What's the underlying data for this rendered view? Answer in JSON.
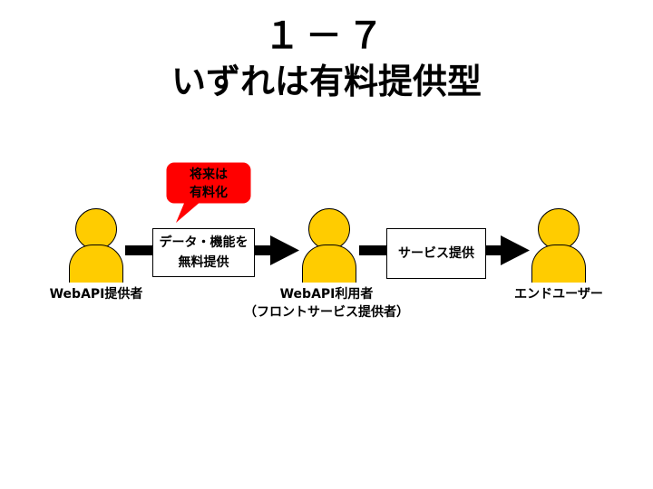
{
  "slide": {
    "title_line1": "１－７",
    "title_line2": "いずれは有料提供型"
  },
  "callout": {
    "text_line1": "将来は",
    "text_line2": "有料化",
    "color": "#ff0000"
  },
  "flow": {
    "box1_line1": "データ・機能を",
    "box1_line2": "無料提供",
    "box2": "サービス提供"
  },
  "actors": {
    "provider": "WebAPI提供者",
    "user_line1": "WebAPI利用者",
    "user_line2": "（フロントサービス提供者）",
    "end_user": "エンドユーザー"
  },
  "colors": {
    "person_fill": "#ffcc00",
    "arrow": "#000000"
  }
}
